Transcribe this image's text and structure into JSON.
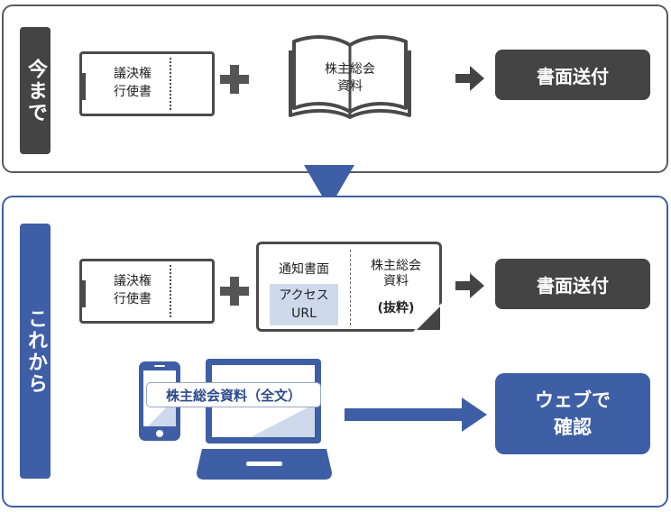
{
  "current": {
    "label": "今まで",
    "ticket_text": "議決権\n行使書",
    "booklet_text": "株主総会\n資料",
    "result_button": "書面送付"
  },
  "future": {
    "label": "これから",
    "ticket_text": "議決権\n行使書",
    "notice": {
      "title": "通知書面",
      "url_box": "アクセス\nURL",
      "materials": "株主総会\n資料",
      "excerpt": "(抜粋)"
    },
    "result_button": "書面送付",
    "web_label": "株主総会資料（全文）",
    "web_button": "ウェブで\n確認"
  },
  "colors": {
    "dark": "#444444",
    "blue": "#3e5ea6",
    "light_blue": "#cfd9ec"
  },
  "icons": [
    "plus-icon",
    "book-icon",
    "arrow-right-icon",
    "down-triangle-icon",
    "smartphone-icon",
    "laptop-icon"
  ]
}
